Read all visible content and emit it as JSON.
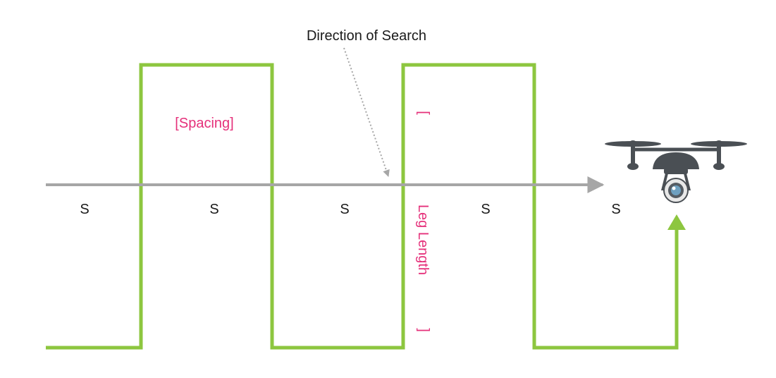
{
  "labels": {
    "direction": "Direction of Search",
    "spacing": "[Spacing]",
    "leg_length": "Leg Length",
    "leg_bracket_top": "[",
    "leg_bracket_bottom": "]",
    "s_markers": [
      "S",
      "S",
      "S",
      "S",
      "S"
    ]
  },
  "colors": {
    "path": "#8dc63f",
    "axis": "#a6a6a6",
    "pink": "#e5307a",
    "text": "#1a1a1a",
    "drone": "#4a4f54"
  }
}
